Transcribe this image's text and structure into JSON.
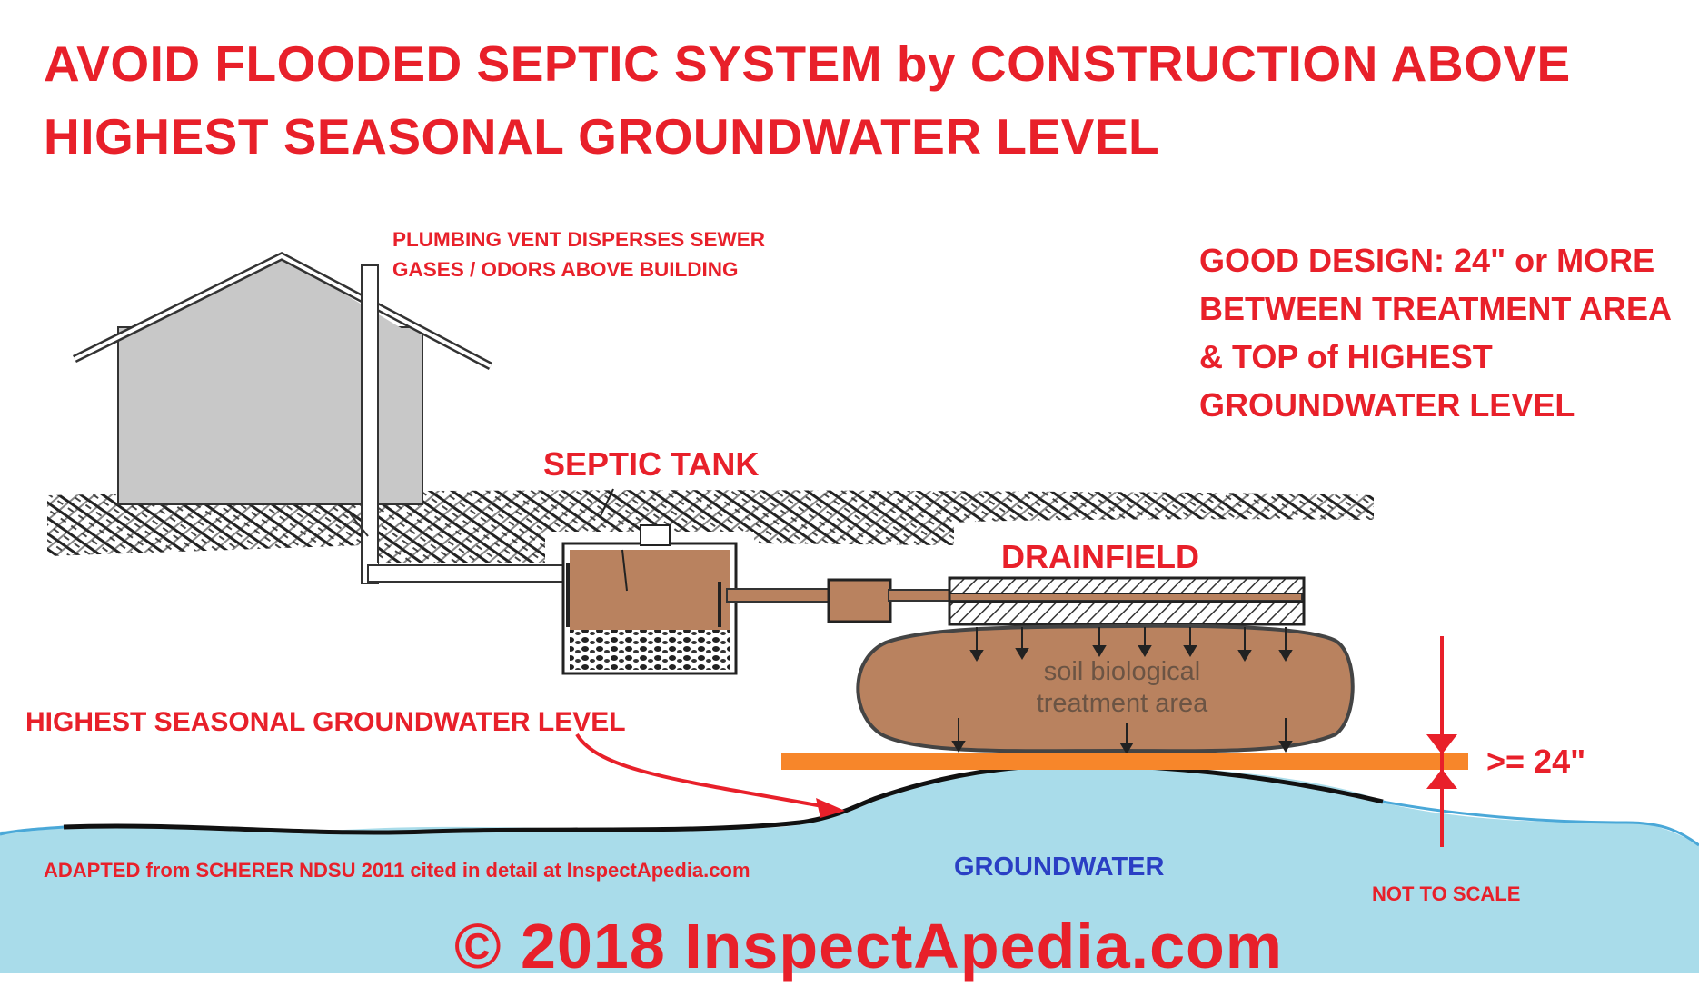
{
  "title": {
    "line1": "AVOID FLOODED SEPTIC SYSTEM by CONSTRUCTION ABOVE",
    "line2": "HIGHEST SEASONAL GROUNDWATER LEVEL"
  },
  "labels": {
    "vent_line1": "PLUMBING VENT DISPERSES SEWER",
    "vent_line2": "GASES / ODORS ABOVE  BUILDING",
    "good_line1": "GOOD DESIGN: 24\" or MORE",
    "good_line2": "BETWEEN TREATMENT AREA",
    "good_line3": "& TOP of HIGHEST",
    "good_line4": "GROUNDWATER LEVEL",
    "septic_tank": "SEPTIC TANK",
    "drainfield": "DRAINFIELD",
    "soil_line1": "soil biological",
    "soil_line2": "treatment area",
    "highest_level": "HIGHEST SEASONAL GROUNDWATER LEVEL",
    "separation": ">= 24\"",
    "adapted": "ADAPTED from SCHERER NDSU 2011 cited in detail at InspectApedia.com",
    "groundwater": "GROUNDWATER",
    "not_to_scale": "NOT TO SCALE",
    "copyright": "© 2018 InspectApedia.com"
  },
  "colors": {
    "accent_red": "#e8202a",
    "groundwater_blue": "#a9dcea",
    "groundwater_label": "#2a3fc4",
    "effluent_brown": "#b9825f",
    "level_orange": "#f7862a",
    "house_gray": "#c8c8c8"
  }
}
